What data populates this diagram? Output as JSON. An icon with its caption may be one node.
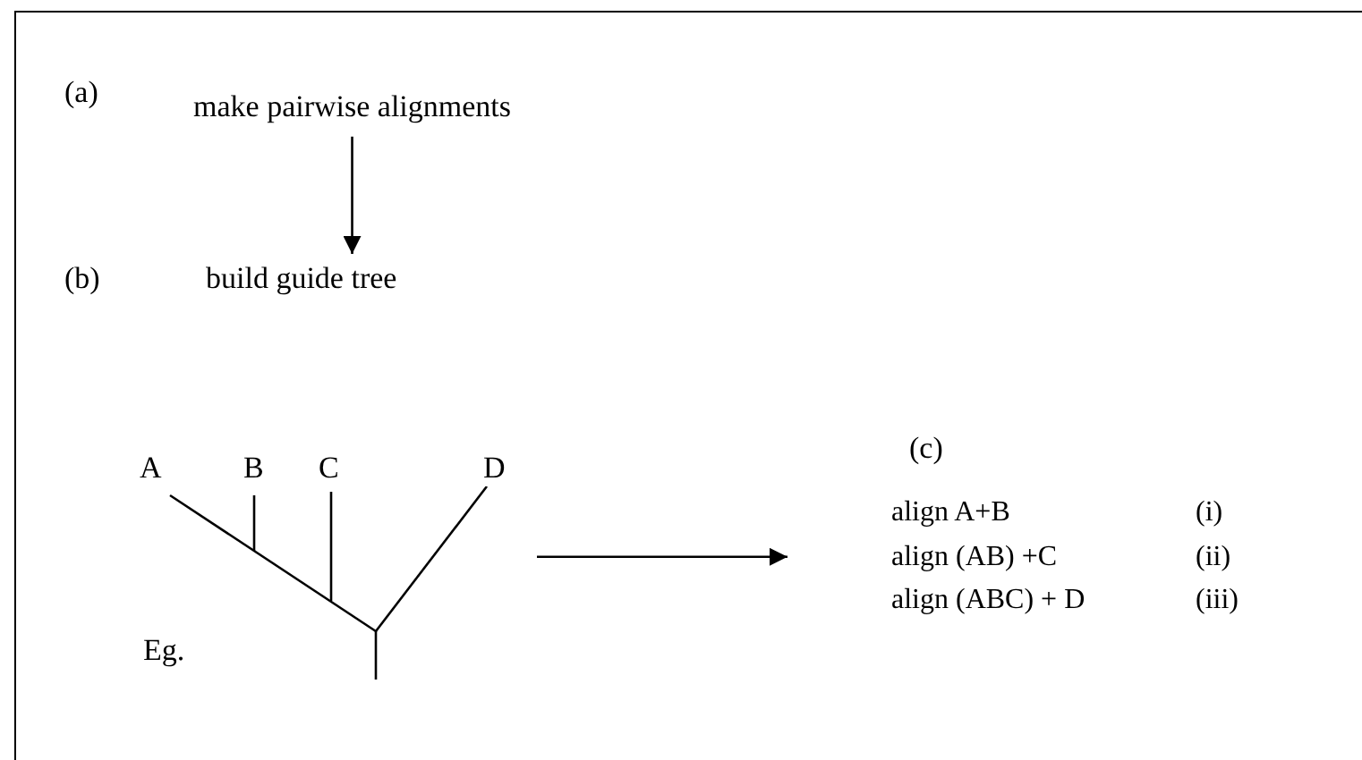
{
  "diagram": {
    "nodes": [
      {
        "text": [
          "make pairwise alignments"
        ],
        "beside": [
          "(a)"
        ]
      },
      {
        "text": [
          "build guide tree"
        ],
        "beside": [
          "(b)"
        ]
      },
      {
        "text": [],
        "shape": "picture"
      },
      {
        "text": [
          "align A+B",
          "(i)",
          "align (AB) +C",
          "(ii)",
          "align (ABC) + D",
          "(iii)"
        ],
        "beside": [
          "(c)"
        ]
      }
    ],
    "edges": [
      {
        "from": 0,
        "to": 1,
        "arrow": "to"
      },
      {
        "from": 2,
        "to": 3,
        "arrow": "to"
      }
    ],
    "labels": [
      "A",
      "B",
      "C",
      "D",
      "Eg."
    ]
  }
}
